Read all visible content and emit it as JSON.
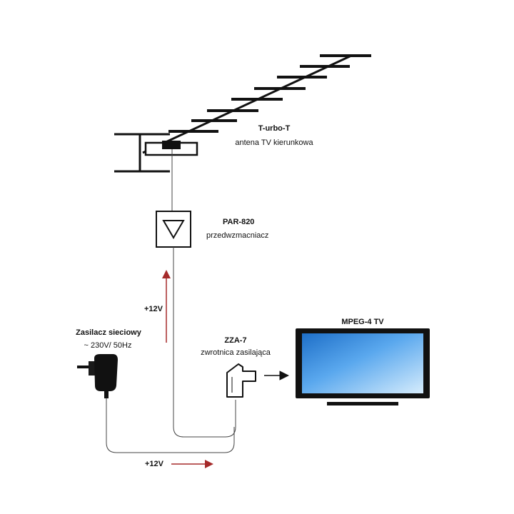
{
  "antenna": {
    "model": "T-urbo-T",
    "description": "antena TV kierunkowa"
  },
  "preamp": {
    "model": "PAR-820",
    "description": "przedwzmacniacz"
  },
  "power_supply": {
    "name": "Zasilacz sieciowy",
    "rating": "~ 230V/ 50Hz"
  },
  "splitter": {
    "model": "ZZA-7",
    "description": "zwrotnica zasilająca"
  },
  "tv": {
    "label": "MPEG-4 TV"
  },
  "voltage": {
    "vertical_label": "+12V",
    "horizontal_label": "+12V"
  },
  "colors": {
    "arrow_red": "#a52a2a",
    "line": "#111111",
    "cable": "#444444",
    "screen_top": "#1e6fc8",
    "screen_mid": "#5aa8ee",
    "screen_bottom": "#cfe6fb"
  }
}
